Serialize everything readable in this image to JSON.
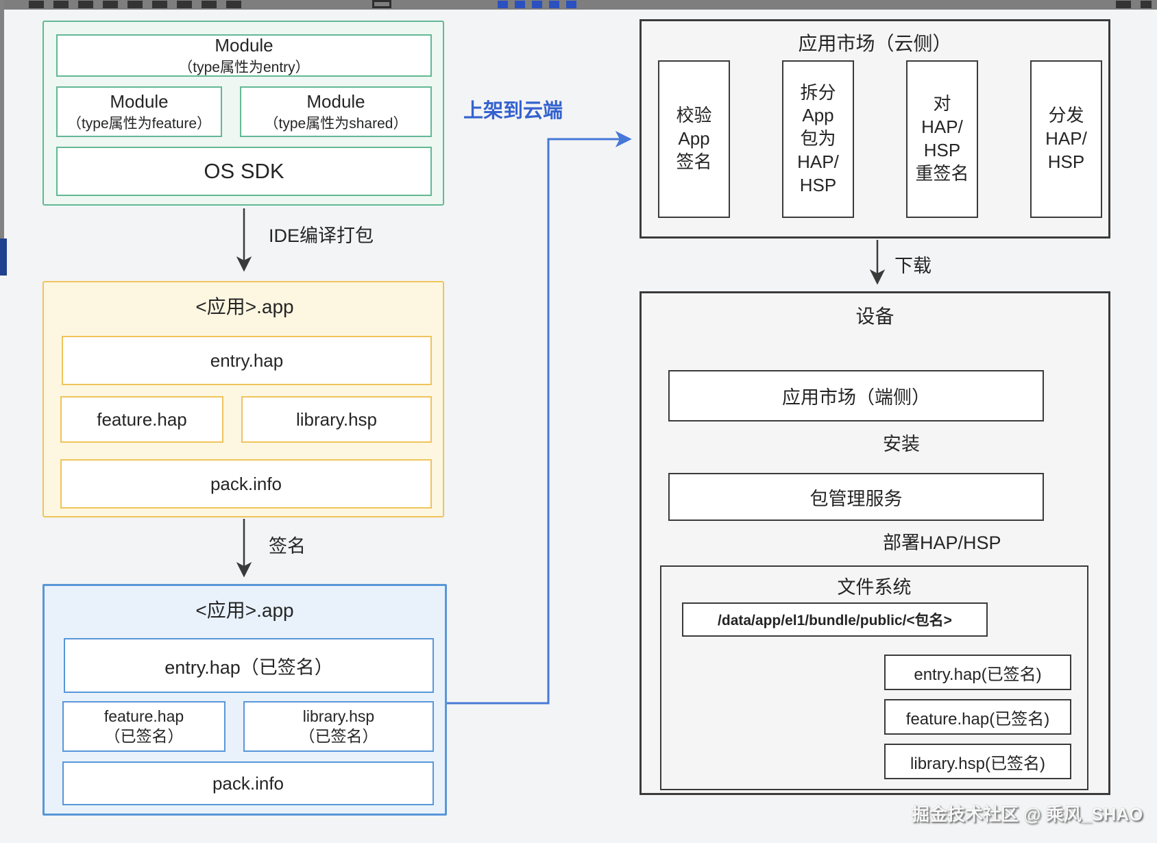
{
  "watermark": "掘金技术社区 @ 乘风_SHAO",
  "dev": {
    "module_group": {
      "entry": {
        "name": "Module",
        "attr": "（type属性为entry）"
      },
      "feature": {
        "name": "Module",
        "attr": "（type属性为feature）"
      },
      "shared": {
        "name": "Module",
        "attr": "（type属性为shared）"
      },
      "os_sdk": "OS SDK"
    },
    "compile_label": "IDE编译打包",
    "unsigned_app": {
      "title": "<应用>.app",
      "entry": "entry.hap",
      "feature": "feature.hap",
      "library": "library.hsp",
      "pack": "pack.info"
    },
    "sign_label": "签名",
    "signed_app": {
      "title": "<应用>.app",
      "entry": "entry.hap（已签名）",
      "feature": "feature.hap\n（已签名）",
      "library": "library.hsp\n（已签名）",
      "pack": "pack.info"
    },
    "upload_label": "上架到云端"
  },
  "cloud": {
    "title": "应用市场（云侧）",
    "steps": [
      "校验\nApp\n签名",
      "拆分\nApp\n包为\nHAP/\nHSP",
      "对\nHAP/\nHSP\n重签名",
      "分发\nHAP/\nHSP"
    ],
    "download_label": "下载"
  },
  "device": {
    "title": "设备",
    "market": "应用市场（端侧）",
    "install_label": "安装",
    "pkg_service": "包管理服务",
    "deploy_label": "部署HAP/HSP",
    "filesystem": {
      "title": "文件系统",
      "path": "/data/app/el1/bundle/public/<包名>",
      "files": [
        "entry.hap(已签名)",
        "feature.hap(已签名)",
        "library.hsp(已签名)"
      ]
    }
  }
}
